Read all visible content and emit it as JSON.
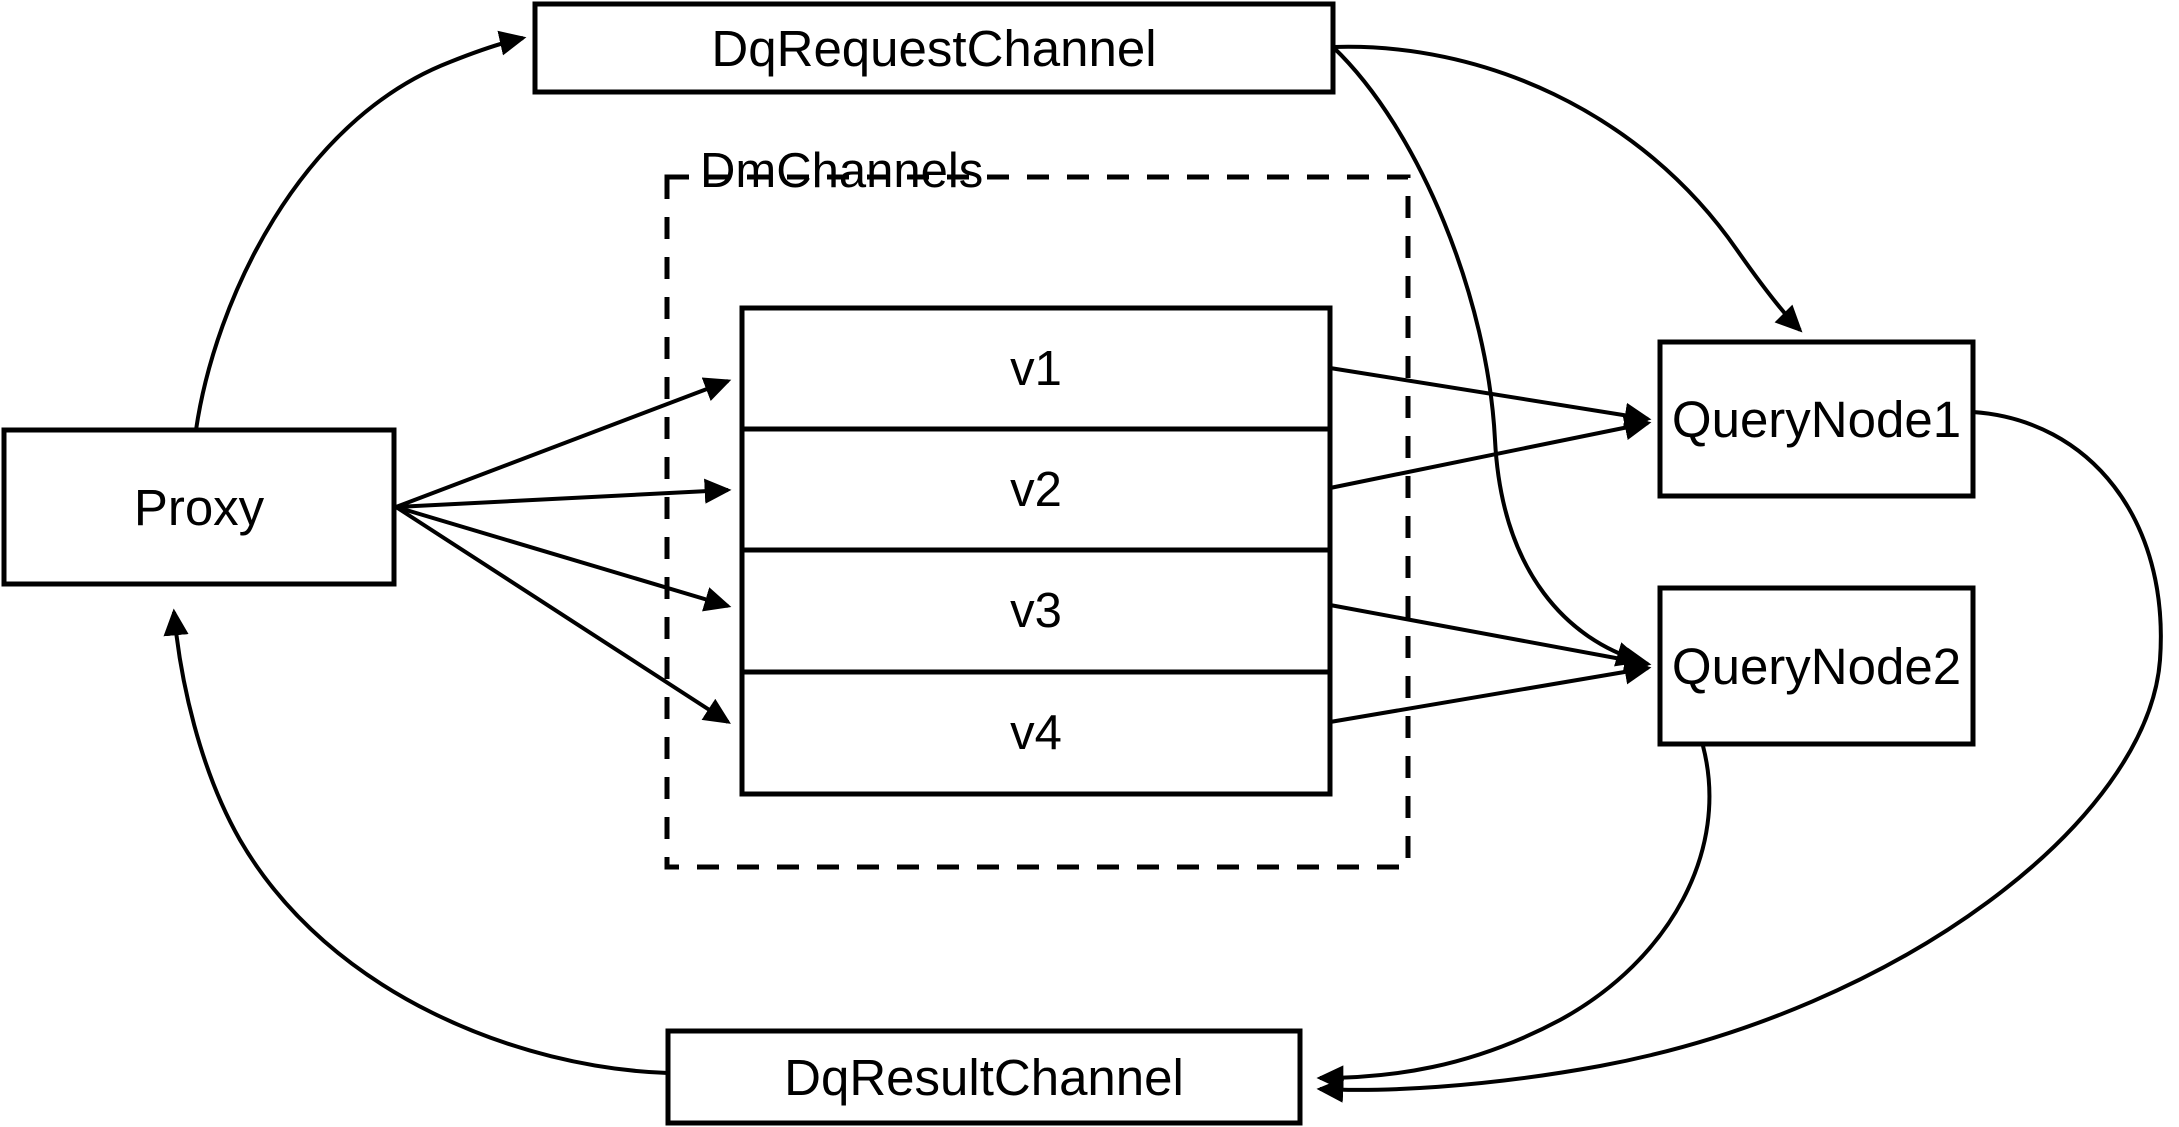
{
  "diagram": {
    "title": "Milvus distributed query channel topology",
    "background_color": "#ffffff",
    "line_color": "#000000",
    "nodes": {
      "proxy": {
        "label": "Proxy"
      },
      "dq_request_channel": {
        "label": "DqRequestChannel"
      },
      "dq_result_channel": {
        "label": "DqResultChannel"
      },
      "query_node_1": {
        "label": "QueryNode1"
      },
      "query_node_2": {
        "label": "QueryNode2"
      }
    },
    "group": {
      "label": "DmChannels",
      "style": "dashed",
      "channels": [
        {
          "label": "v1"
        },
        {
          "label": "v2"
        },
        {
          "label": "v3"
        },
        {
          "label": "v4"
        }
      ]
    },
    "edges": [
      {
        "from": "Proxy",
        "to": "DqRequestChannel",
        "arrow": true
      },
      {
        "from": "Proxy",
        "to": "v1",
        "arrow": true
      },
      {
        "from": "Proxy",
        "to": "v2",
        "arrow": true
      },
      {
        "from": "Proxy",
        "to": "v3",
        "arrow": true
      },
      {
        "from": "Proxy",
        "to": "v4",
        "arrow": true
      },
      {
        "from": "DqRequestChannel",
        "to": "QueryNode1",
        "arrow": true
      },
      {
        "from": "DqRequestChannel",
        "to": "QueryNode2",
        "arrow": true
      },
      {
        "from": "v1",
        "to": "QueryNode1",
        "arrow": true
      },
      {
        "from": "v2",
        "to": "QueryNode1",
        "arrow": true
      },
      {
        "from": "v3",
        "to": "QueryNode2",
        "arrow": true
      },
      {
        "from": "v4",
        "to": "QueryNode2",
        "arrow": true
      },
      {
        "from": "QueryNode1",
        "to": "DqResultChannel",
        "arrow": true
      },
      {
        "from": "QueryNode2",
        "to": "DqResultChannel",
        "arrow": true
      },
      {
        "from": "DqResultChannel",
        "to": "Proxy",
        "arrow": true
      }
    ]
  }
}
